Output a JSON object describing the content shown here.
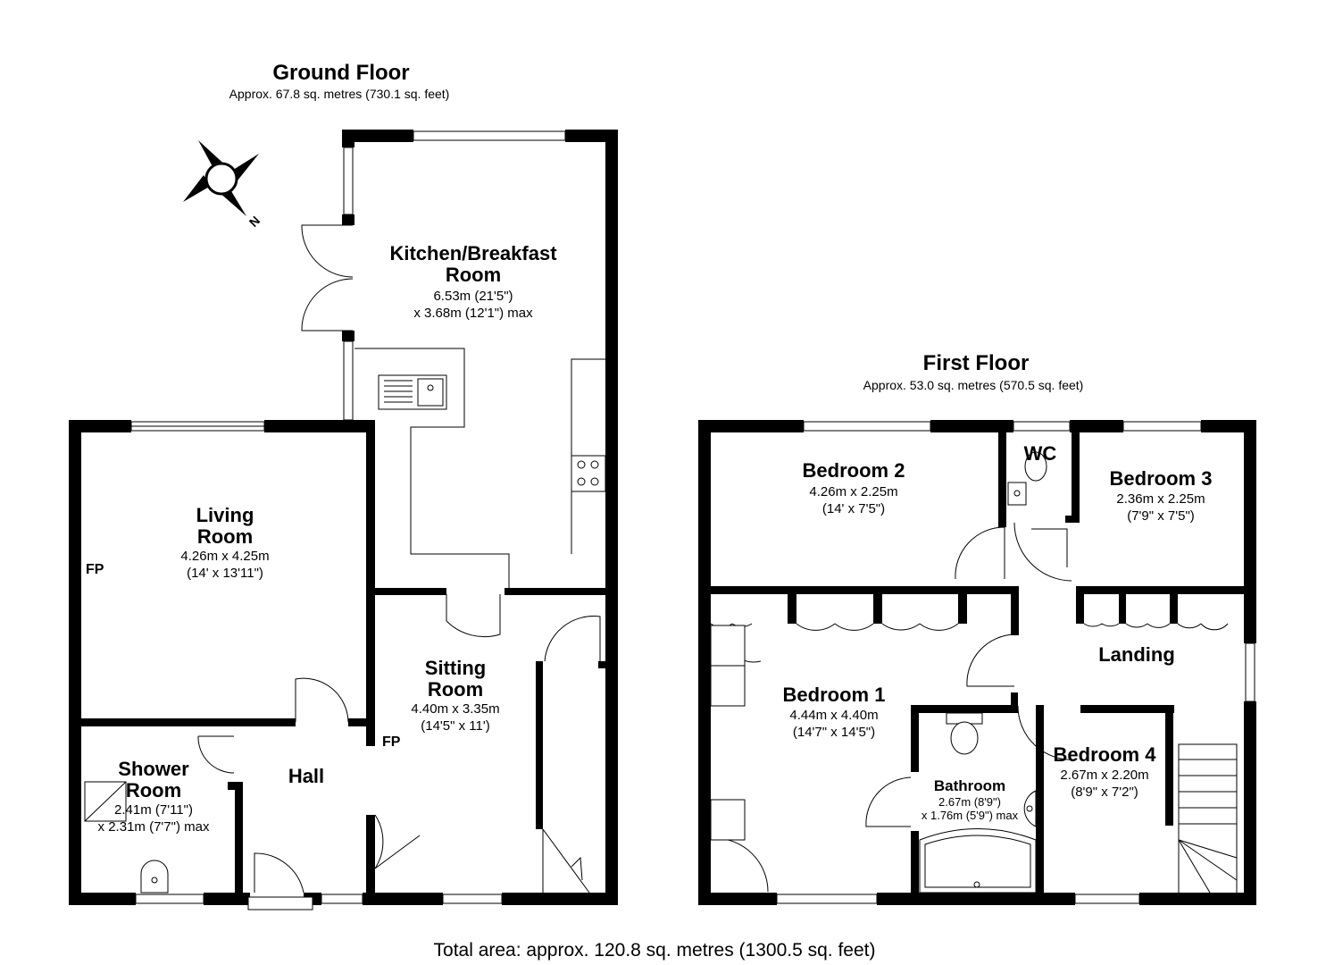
{
  "ground_floor": {
    "title": "Ground Floor",
    "area": "Approx. 67.8 sq. metres (730.1 sq. feet)",
    "rooms": {
      "kitchen": {
        "name_line1": "Kitchen/Breakfast",
        "name_line2": "Room",
        "dim1": "6.53m (21'5\")",
        "dim2": "x 3.68m (12'1\") max"
      },
      "living": {
        "name_line1": "Living",
        "name_line2": "Room",
        "dim1": "4.26m x 4.25m",
        "dim2": "(14' x 13'11\")"
      },
      "sitting": {
        "name_line1": "Sitting",
        "name_line2": "Room",
        "dim1": "4.40m x 3.35m",
        "dim2": "(14'5\" x 11')"
      },
      "shower": {
        "name_line1": "Shower",
        "name_line2": "Room",
        "dim1": "2.41m (7'11\")",
        "dim2": "x 2.31m (7'7\") max"
      },
      "hall": {
        "name": "Hall"
      }
    },
    "fireplace_label": "FP",
    "compass_label": "N"
  },
  "first_floor": {
    "title": "First Floor",
    "area": "Approx. 53.0 sq. metres (570.5 sq. feet)",
    "rooms": {
      "bedroom2": {
        "name": "Bedroom 2",
        "dim1": "4.26m x 2.25m",
        "dim2": "(14' x 7'5\")"
      },
      "wc": {
        "name": "WC"
      },
      "bedroom3": {
        "name": "Bedroom 3",
        "dim1": "2.36m x 2.25m",
        "dim2": "(7'9\" x 7'5\")"
      },
      "bedroom1": {
        "name": "Bedroom 1",
        "dim1": "4.44m x 4.40m",
        "dim2": "(14'7\" x 14'5\")"
      },
      "landing": {
        "name": "Landing"
      },
      "bathroom": {
        "name": "Bathroom",
        "dim1": "2.67m (8'9\")",
        "dim2": "x 1.76m (5'9\") max"
      },
      "bedroom4": {
        "name": "Bedroom 4",
        "dim1": "2.67m x 2.20m",
        "dim2": "(8'9\" x 7'2\")"
      }
    }
  },
  "total_area": "Total area: approx. 120.8 sq. metres (1300.5 sq. feet)"
}
